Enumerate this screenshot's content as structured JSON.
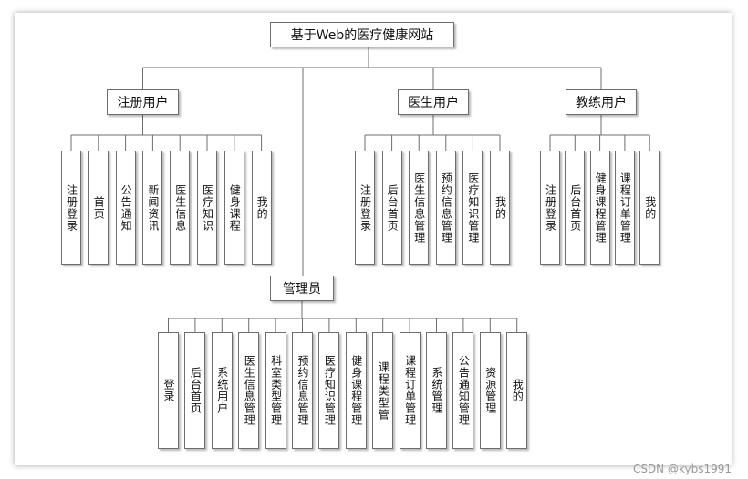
{
  "root": {
    "label": "基于Web的医疗健康网站"
  },
  "groups": [
    {
      "id": "registered-user",
      "label": "注册用户",
      "items": [
        "注册登录",
        "首页",
        "公告通知",
        "新闻资讯",
        "医生信息",
        "医疗知识",
        "健身课程",
        "我的"
      ]
    },
    {
      "id": "doctor-user",
      "label": "医生用户",
      "items": [
        "注册登录",
        "后台首页",
        "医生信息管理",
        "预约信息管理",
        "医疗知识管理",
        "我的"
      ]
    },
    {
      "id": "coach-user",
      "label": "教练用户",
      "items": [
        "注册登录",
        "后台首页",
        "健身课程管理",
        "课程订单管理",
        "我的"
      ]
    },
    {
      "id": "admin",
      "label": "管理员",
      "items": [
        "登录",
        "后台首页",
        "系统用户",
        "医生信息管理",
        "科室类型管理",
        "预约信息管理",
        "医疗知识管理",
        "健身课程管理",
        "课程类型管",
        "课程订单管理",
        "系统管理",
        "公告通知管理",
        "资源管理",
        "我的"
      ]
    }
  ],
  "watermark": "CSDN @kybs1991",
  "colors": {
    "line": "#6e6e6e",
    "box_border": "#6e6e6e",
    "text": "#111111"
  }
}
